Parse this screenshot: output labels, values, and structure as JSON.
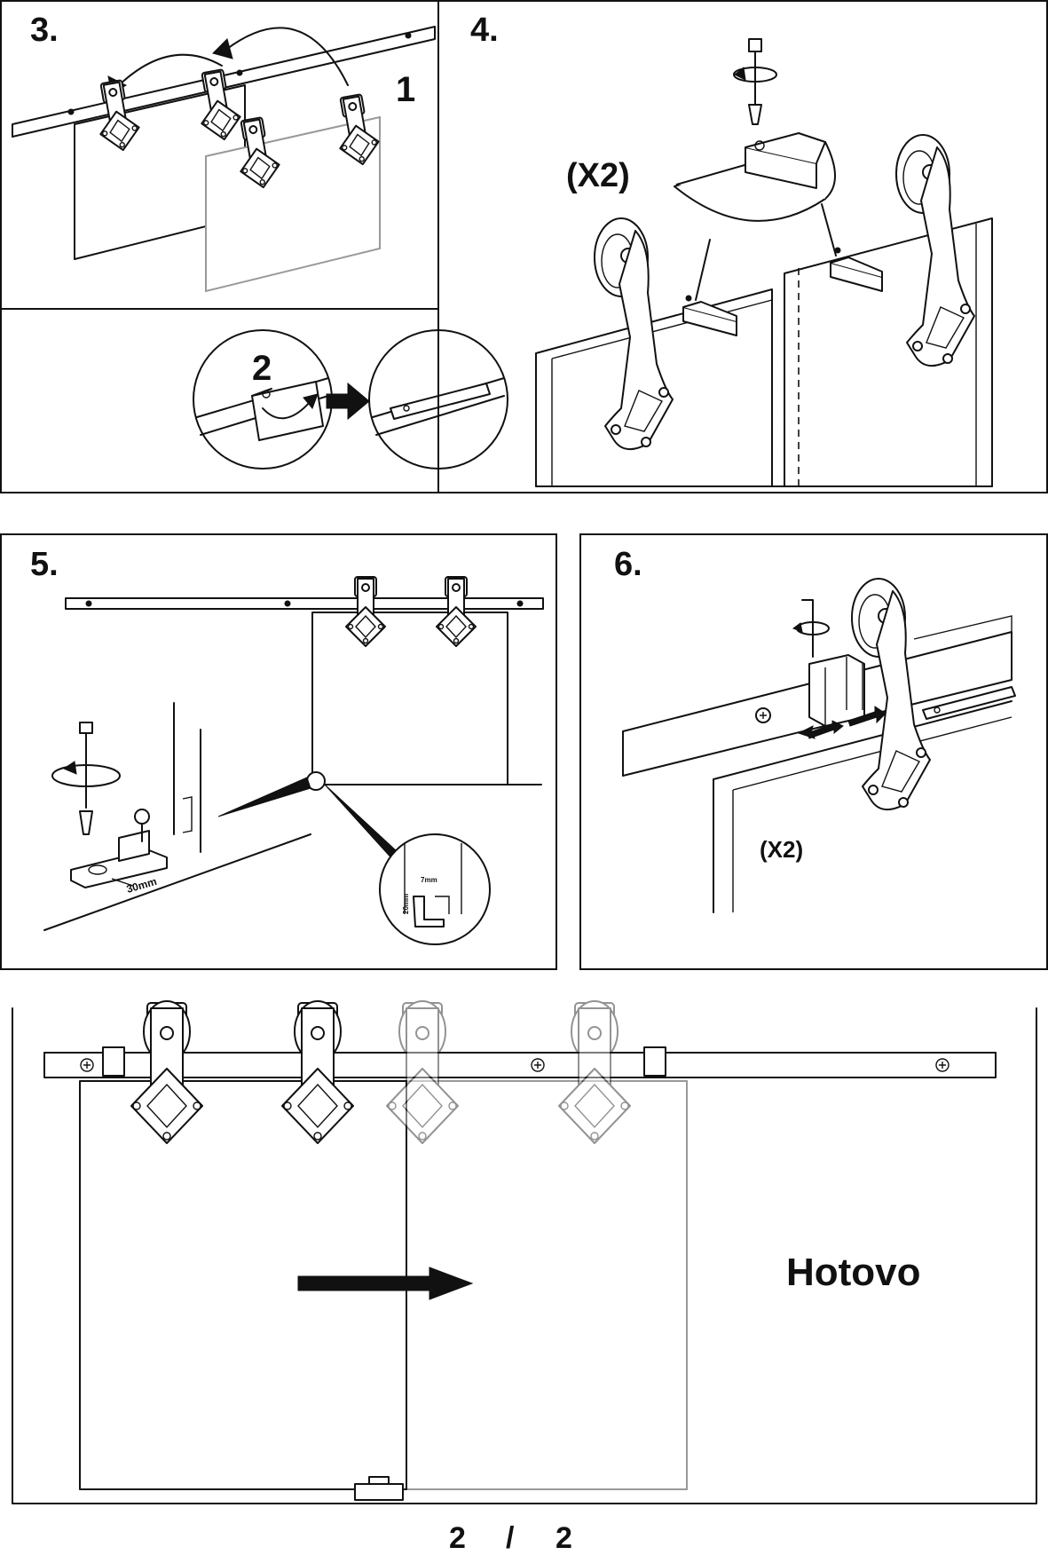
{
  "steps": {
    "s3": {
      "number": "3.",
      "sub1": "1",
      "sub2": "2"
    },
    "s4": {
      "number": "4.",
      "multiplier": "(X2)"
    },
    "s5": {
      "number": "5.",
      "dim_offset": "30mm",
      "dim_gap": "7mm",
      "dim_depth": "20mm"
    },
    "s6": {
      "number": "6.",
      "multiplier": "(X2)"
    }
  },
  "final": {
    "label": "Hotovo"
  },
  "pager": {
    "current": "2",
    "separator": "/",
    "total": "2"
  }
}
